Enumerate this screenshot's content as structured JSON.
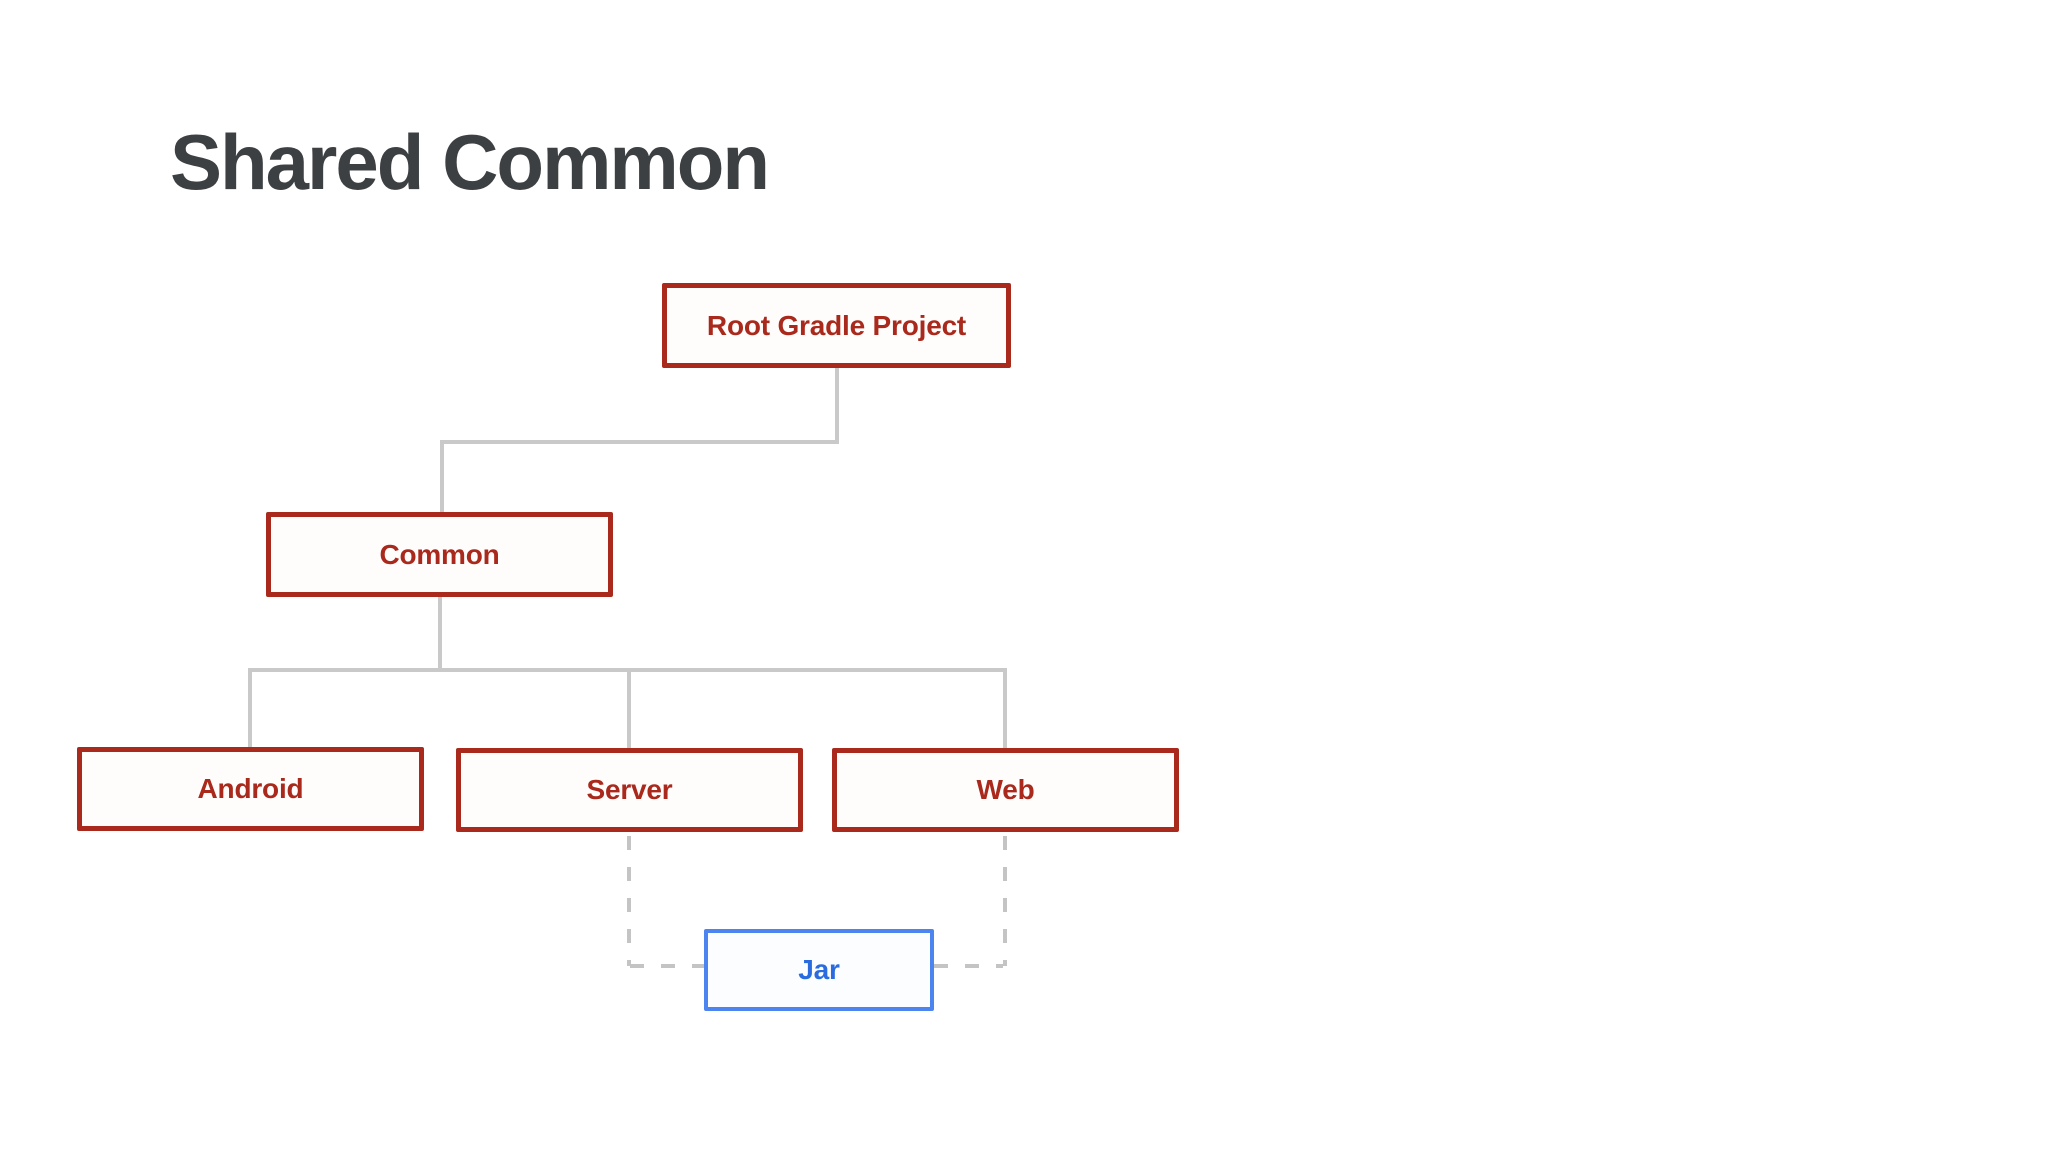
{
  "slide": {
    "title": "Shared Common"
  },
  "colors": {
    "title_text": "#3C4043",
    "gradle_node_border": "#A9291C",
    "gradle_node_text": "#A9291C",
    "gradle_node_fill": "#FEFDFB",
    "jar_node_border": "#4D85F0",
    "jar_node_text": "#2A6CDF",
    "jar_node_fill": "#FBFDFF",
    "connector_solid": "#C9C9C9",
    "connector_dashed": "#C4C4C4"
  },
  "diagram": {
    "nodes": [
      {
        "id": "root",
        "label": "Root Gradle Project",
        "style": "red-outline"
      },
      {
        "id": "common",
        "label": "Common",
        "style": "red-outline"
      },
      {
        "id": "android",
        "label": "Android",
        "style": "red-outline"
      },
      {
        "id": "server",
        "label": "Server",
        "style": "red-outline"
      },
      {
        "id": "web",
        "label": "Web",
        "style": "red-outline"
      },
      {
        "id": "jar",
        "label": "Jar",
        "style": "blue-outline"
      }
    ],
    "edges": [
      {
        "from": "Root Gradle Project",
        "to": "Common",
        "style": "solid"
      },
      {
        "from": "Common",
        "to": "Android",
        "style": "solid"
      },
      {
        "from": "Common",
        "to": "Server",
        "style": "solid"
      },
      {
        "from": "Common",
        "to": "Web",
        "style": "solid"
      },
      {
        "from": "Server",
        "to": "Jar",
        "style": "dashed"
      },
      {
        "from": "Web",
        "to": "Jar",
        "style": "dashed"
      }
    ]
  }
}
